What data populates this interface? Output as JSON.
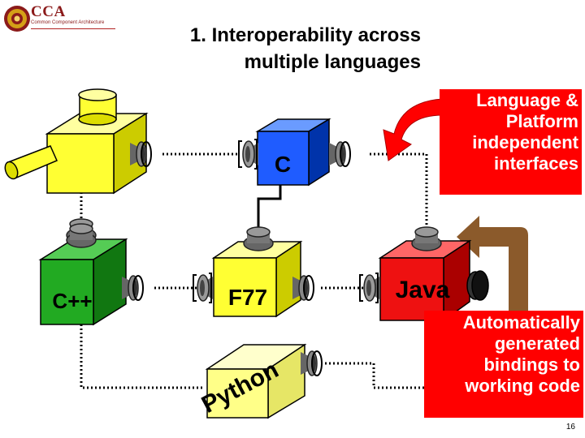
{
  "logo": {
    "text": "CCA",
    "subtitle": "Common Component Architecture"
  },
  "title": {
    "line1": "1. Interoperability across",
    "line2": "multiple languages"
  },
  "callouts": {
    "language_interfaces": [
      "Language &",
      "Platform",
      "independent",
      "interfaces"
    ],
    "bindings": [
      "Automatically",
      "generated",
      "bindings to",
      "working code"
    ]
  },
  "components": {
    "c": "C",
    "cpp": "C++",
    "f77": "F77",
    "java": "Java",
    "python": "Python"
  },
  "colors": {
    "yellow": "#ffff33",
    "blue": "#1f5cff",
    "green": "#22aa22",
    "red": "#ee1111",
    "brown": "#8b5a2b",
    "port": "#777777"
  },
  "page_number": "16"
}
